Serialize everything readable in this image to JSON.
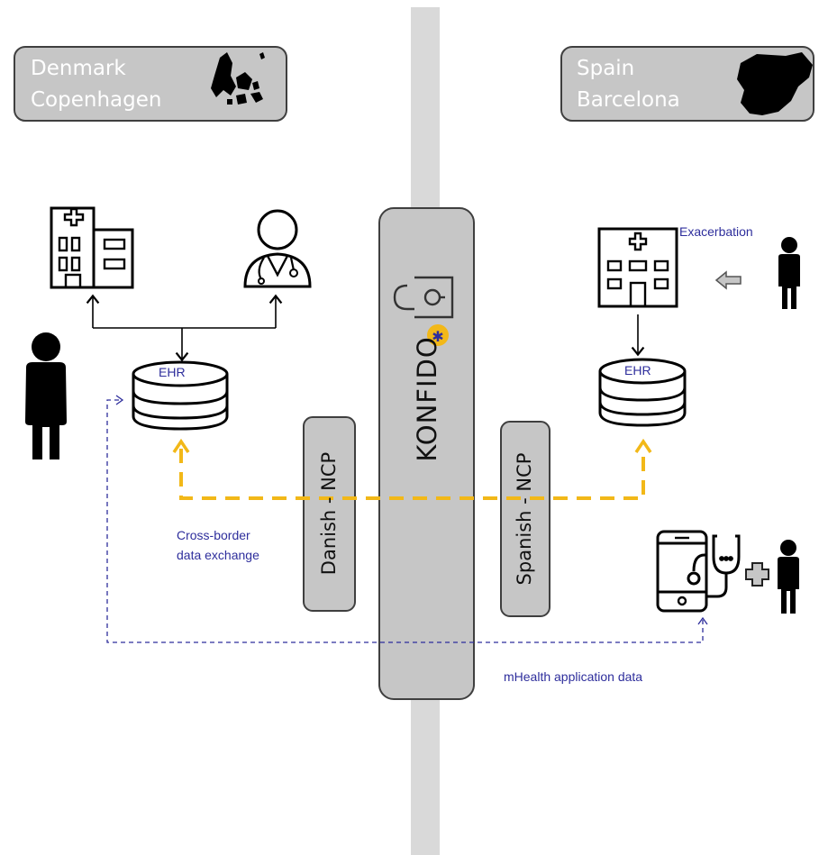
{
  "left_region": {
    "line1": "Denmark",
    "line2": "Copenhagen"
  },
  "right_region": {
    "line1": "Spain",
    "line2": "Barcelona"
  },
  "center": {
    "brand": "KONFIDO"
  },
  "ncp_left": {
    "label": "Danish - NCP"
  },
  "ncp_right": {
    "label": "Spanish - NCP"
  },
  "ehr_left": {
    "label": "EHR"
  },
  "ehr_right": {
    "label": "EHR"
  },
  "labels": {
    "exacerbation": "Exacerbation",
    "cross_border_line1": "Cross-border",
    "cross_border_line2": "data exchange",
    "mhealth": "mHealth application data"
  },
  "colors": {
    "panel_fill": "#c6c6c6",
    "panel_stroke": "#3f3f3f",
    "corridor": "#d9d9d9",
    "accent_yellow": "#f2b818",
    "link_blue": "#2e2e9c",
    "icon": "#000000"
  }
}
